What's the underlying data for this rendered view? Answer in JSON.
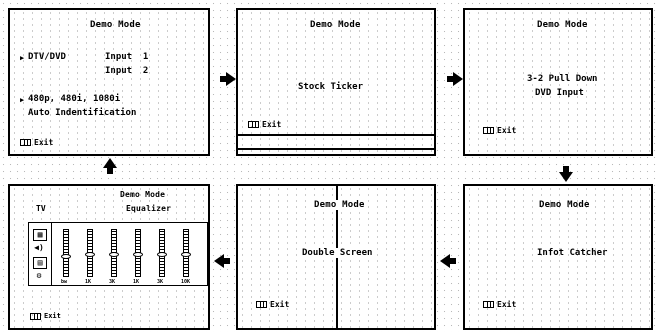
{
  "panels": {
    "p1": {
      "title": "Demo Mode",
      "line1_label": "DTV/DVD",
      "line1_value": "Input  1",
      "line2_value": "Input  2",
      "line3": "480p, 480i, 1080i",
      "line4": "Auto Indentification",
      "exit": "Exit"
    },
    "p2": {
      "title": "Demo Mode",
      "content": "Stock Ticker",
      "exit": "Exit"
    },
    "p3": {
      "title": "Demo Mode",
      "line1": "3-2 Pull Down",
      "line2": "DVD Input",
      "exit": "Exit"
    },
    "p4": {
      "title": "Demo Mode",
      "subtitle": "Equalizer",
      "tv_label": "TV",
      "exit": "Exit",
      "bands": [
        {
          "label": "bw",
          "level": 0.45
        },
        {
          "label": "1K",
          "level": 0.5
        },
        {
          "label": "3K",
          "level": 0.5
        },
        {
          "label": "1K",
          "level": 0.5
        },
        {
          "label": "3K",
          "level": 0.5
        },
        {
          "label": "10K",
          "level": 0.5
        }
      ]
    },
    "p5": {
      "title": "Demo Mode",
      "content": "Double Screen",
      "exit": "Exit"
    },
    "p6": {
      "title": "Demo Mode",
      "content": "Infot Catcher",
      "exit": "Exit"
    }
  },
  "icons": {
    "exit_icon": "exit-icon",
    "bullet": "triangle-right-icon",
    "arrows": [
      "arrow-right-icon",
      "arrow-right-icon",
      "arrow-down-icon",
      "arrow-left-icon",
      "arrow-left-icon",
      "arrow-up-icon"
    ]
  },
  "bullet_char": "▶"
}
